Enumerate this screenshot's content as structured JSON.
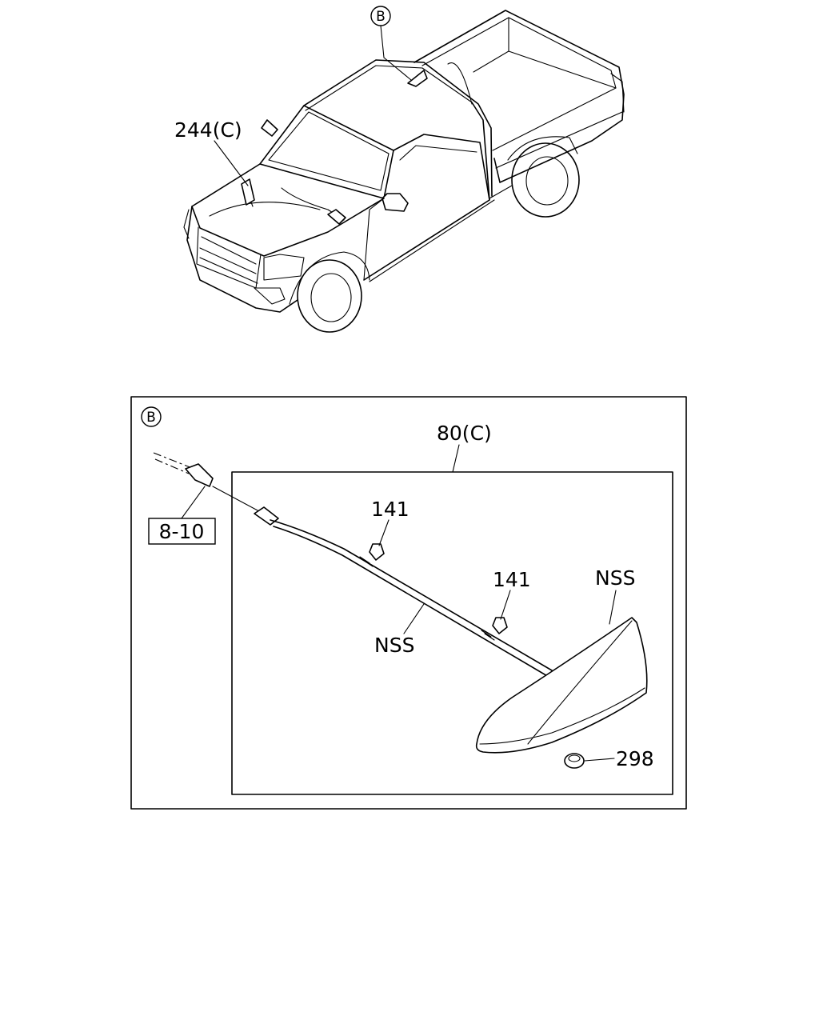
{
  "callouts": {
    "view_ref_top": "B",
    "part_244": "244(C)",
    "view_ref_detail": "B",
    "part_80": "80(C)",
    "part_8_10": "8-10",
    "part_141_a": "141",
    "part_141_b": "141",
    "nss_cable": "NSS",
    "nss_antenna": "NSS",
    "part_298": "298"
  }
}
